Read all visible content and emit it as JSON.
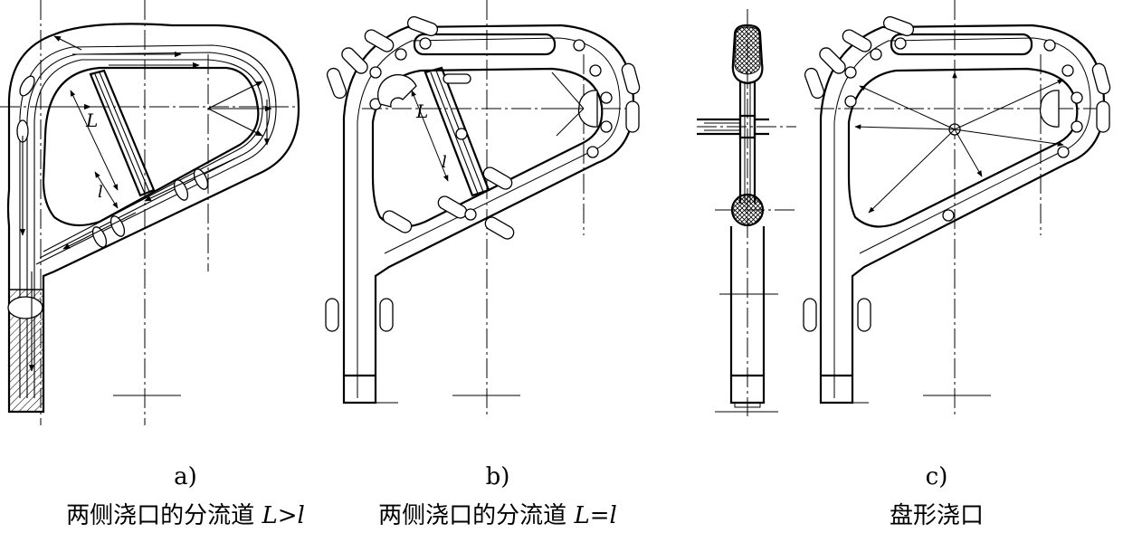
{
  "panels": [
    {
      "id": "a",
      "letter": "a)",
      "caption_prefix": "两侧浇口的分流道 ",
      "caption_L": "L",
      "caption_op": ">",
      "caption_l": "l"
    },
    {
      "id": "b",
      "letter": "b)",
      "caption_prefix": "两侧浇口的分流道 ",
      "caption_L": "L",
      "caption_op": "=",
      "caption_l": "l"
    },
    {
      "id": "c",
      "letter": "c)",
      "caption_prefix": "盘形浇口",
      "caption_L": "",
      "caption_op": "",
      "caption_l": ""
    }
  ],
  "dims": {
    "L": "L",
    "l": "l"
  }
}
